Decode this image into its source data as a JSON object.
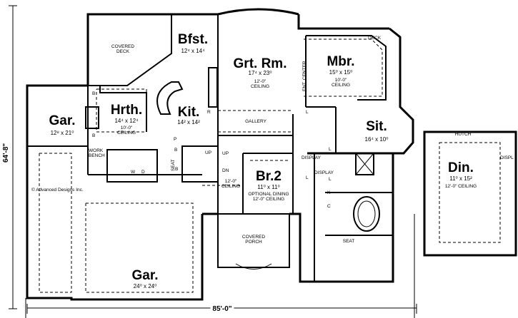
{
  "dimensions": {
    "overall_width": "85'-0\"",
    "overall_depth": "64'-8\""
  },
  "rooms": {
    "covered_deck": {
      "line1": "COVERED",
      "line2": "DECK"
    },
    "bfst": {
      "name": "Bfst.",
      "size": "12⁴ x 14⁴"
    },
    "grt_rm": {
      "name": "Grt. Rm.",
      "size": "17⁴ x 23⁰",
      "note1": "12'-0\"",
      "note2": "CEILING"
    },
    "mbr": {
      "name": "Mbr.",
      "size": "15⁰ x 15⁰",
      "note1": "10'-0\"",
      "note2": "CEILING"
    },
    "deck": "DECK",
    "ent_center": "ENT. CENTER",
    "hrth": {
      "name": "Hrth.",
      "size": "14⁴ x 12⁴",
      "note1": "10'-0\"",
      "note2": "CEILING"
    },
    "kit": {
      "name": "Kit.",
      "size": "14² x 14²"
    },
    "gar_small": {
      "name": "Gar.",
      "size": "12⁸ x 21⁰"
    },
    "gallery": "GALLERY",
    "sit": {
      "name": "Sit.",
      "size": "16⁴ x 10⁰"
    },
    "display1": "DISPLAY",
    "display2": "DISPLAY",
    "br2": {
      "name": "Br.2",
      "size": "11⁰ x 11⁰",
      "note1": "OPTIONAL DINING",
      "note2": "12'-0\" CEILING"
    },
    "hall_ceiling": {
      "note1": "12'-0\"",
      "note2": "CEILING"
    },
    "gar_large": {
      "name": "Gar.",
      "size": "24⁰ x 24⁰"
    },
    "covered_porch": {
      "line1": "COVERED",
      "line2": "PORCH"
    },
    "seat_bath": "SEAT",
    "seat_laundry": "SEAT",
    "work_bench": {
      "line1": "WORK",
      "line2": "BENCH"
    },
    "din": {
      "name": "Din.",
      "size": "11⁰ x 15²",
      "note": "12'-0\" CEILING"
    },
    "hutch": "HUTCH",
    "display_din": "DISPL"
  },
  "markers": {
    "up1": "UP",
    "dn": "DN",
    "up2": "UP",
    "w": "W",
    "d": "D",
    "b1": "B",
    "b2": "B",
    "b3": "B",
    "p": "P",
    "l1": "L",
    "l2": "L",
    "l3": "L",
    "l4": "L",
    "k": "K",
    "c": "C",
    "r": "R",
    "b4": "B"
  },
  "copyright": "© Advanced Designs Inc."
}
